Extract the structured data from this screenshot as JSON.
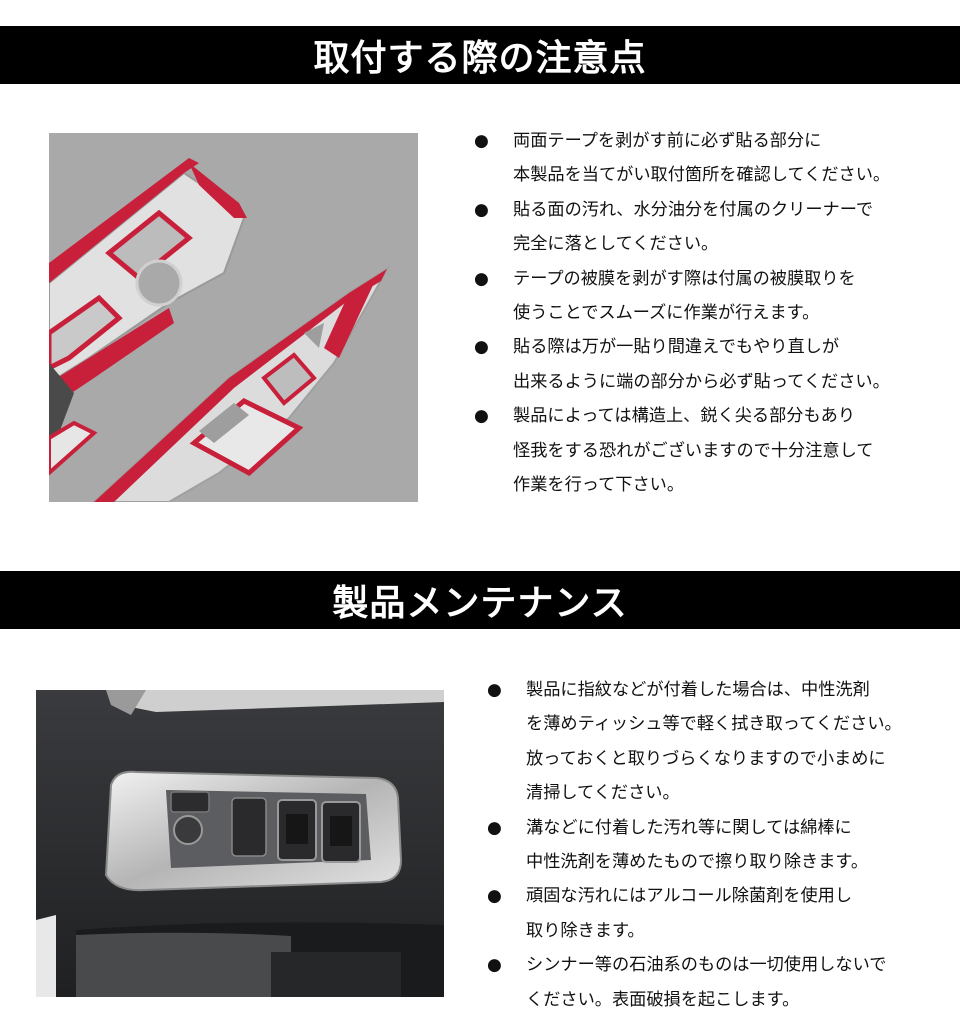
{
  "install_section": {
    "title": "取付する際の注意点",
    "bullet": "●",
    "notes": [
      {
        "lines": [
          "両面テープを剥がす前に必ず貼る部分に",
          "本製品を当てがい取付箇所を確認してください。"
        ]
      },
      {
        "lines": [
          "貼る面の汚れ、水分油分を付属のクリーナーで",
          "完全に落としてください。"
        ]
      },
      {
        "lines": [
          "テープの被膜を剥がす際は付属の被膜取りを",
          "使うことでスムーズに作業が行えます。"
        ]
      },
      {
        "lines": [
          "貼る際は万が一貼り間違えでもやり直しが",
          "出来るように端の部分から必ず貼ってください。"
        ]
      },
      {
        "lines": [
          "製品によっては構造上、鋭く尖る部分もあり",
          "怪我をする恐れがございますので十分注意して",
          "作業を行って下さい。"
        ]
      }
    ]
  },
  "maintenance_section": {
    "title": "製品メンテナンス",
    "bullet": "●",
    "notes": [
      {
        "lines": [
          "製品に指紋などが付着した場合は、中性洗剤",
          "を薄めティッシュ等で軽く拭き取ってください。",
          "放っておくと取りづらくなりますので小まめに",
          "清掃してください。"
        ]
      },
      {
        "lines": [
          "溝などに付着した汚れ等に関しては綿棒に",
          "中性洗剤を薄めたもので擦り取り除きます。"
        ]
      },
      {
        "lines": [
          "頑固な汚れにはアルコール除菌剤を使用し",
          "取り除きます。"
        ]
      },
      {
        "lines": [
          "シンナー等の石油系のものは一切使用しないで",
          "ください。表面破損を起こします。"
        ]
      }
    ]
  },
  "colors": {
    "banner": "#000000",
    "tape_red": "#c8203a",
    "chrome": "#d8d8d8",
    "photo1_bg": "#a9a9a9",
    "photo2_bg": "#2a2b2d"
  }
}
